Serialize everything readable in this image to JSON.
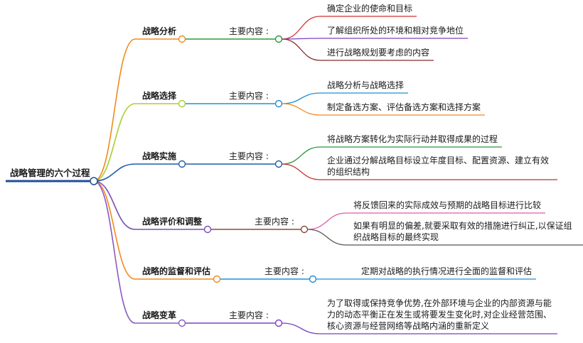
{
  "root": {
    "label": "战略管理的六个过程",
    "color": "#1f4e9a"
  },
  "branches": [
    {
      "label": "战略分析",
      "color": "#f28a1e",
      "sub_label": "主要内容",
      "leaves": [
        {
          "text": "确定企业的使命和目标",
          "color": "#d42f2f"
        },
        {
          "text": "了解组织所处的环境和相对竞争地位",
          "color": "#7b3fc4"
        },
        {
          "text": "进行战略规划要考虑的内容",
          "color": "#8a2b2b"
        }
      ]
    },
    {
      "label": "战略选择",
      "color": "#a8cf2f",
      "sub_label": "主要内容",
      "leaves": [
        {
          "text": "战略分析与战略选择",
          "color": "#1e8fd6"
        },
        {
          "text": "制定备选方案、评估备选方案和选择方案",
          "color": "#f28a1e"
        }
      ]
    },
    {
      "label": "战略实施",
      "color": "#1f5fa8",
      "sub_label": "主要内容",
      "leaves": [
        {
          "text": "将战略方案转化为实际行动并取得成果的过程",
          "color": "#2a9a3a"
        },
        {
          "text": "企业通过分解战略目标设立年度目标、配置资源、建立有效的组织结构",
          "color": "#c42f2f"
        }
      ]
    },
    {
      "label": "战略评价和调整",
      "color": "#7a4fb4",
      "sub_label": "主要内容",
      "leaves": [
        {
          "text": "将反馈回来的实际成效与预期的战略目标进行比较",
          "color": "#e05aa8"
        },
        {
          "text": "如果有明显的偏差,就要采取有效的措施进行纠正,以保证组织战略目标的最终实现",
          "color": "#555555"
        }
      ]
    },
    {
      "label": "战略的监督和评估",
      "color": "#f28a1e",
      "sub_label": "主要内容",
      "leaves": [
        {
          "text": "定期对战略的执行情况进行全面的监督和评估",
          "color": "#1e8fd6"
        }
      ]
    },
    {
      "label": "战略变革",
      "color": "#8a5bc4",
      "sub_label": "主要内容",
      "leaves": [
        {
          "text": "为了取得或保持竞争优势,在外部环境与企业的内部资源与能力的动态平衡正在发生或将要发生变化时,对企业经营范围、核心资源与经营网络等战略内涵的重新定义",
          "color": "#7b3fc4"
        }
      ]
    }
  ]
}
